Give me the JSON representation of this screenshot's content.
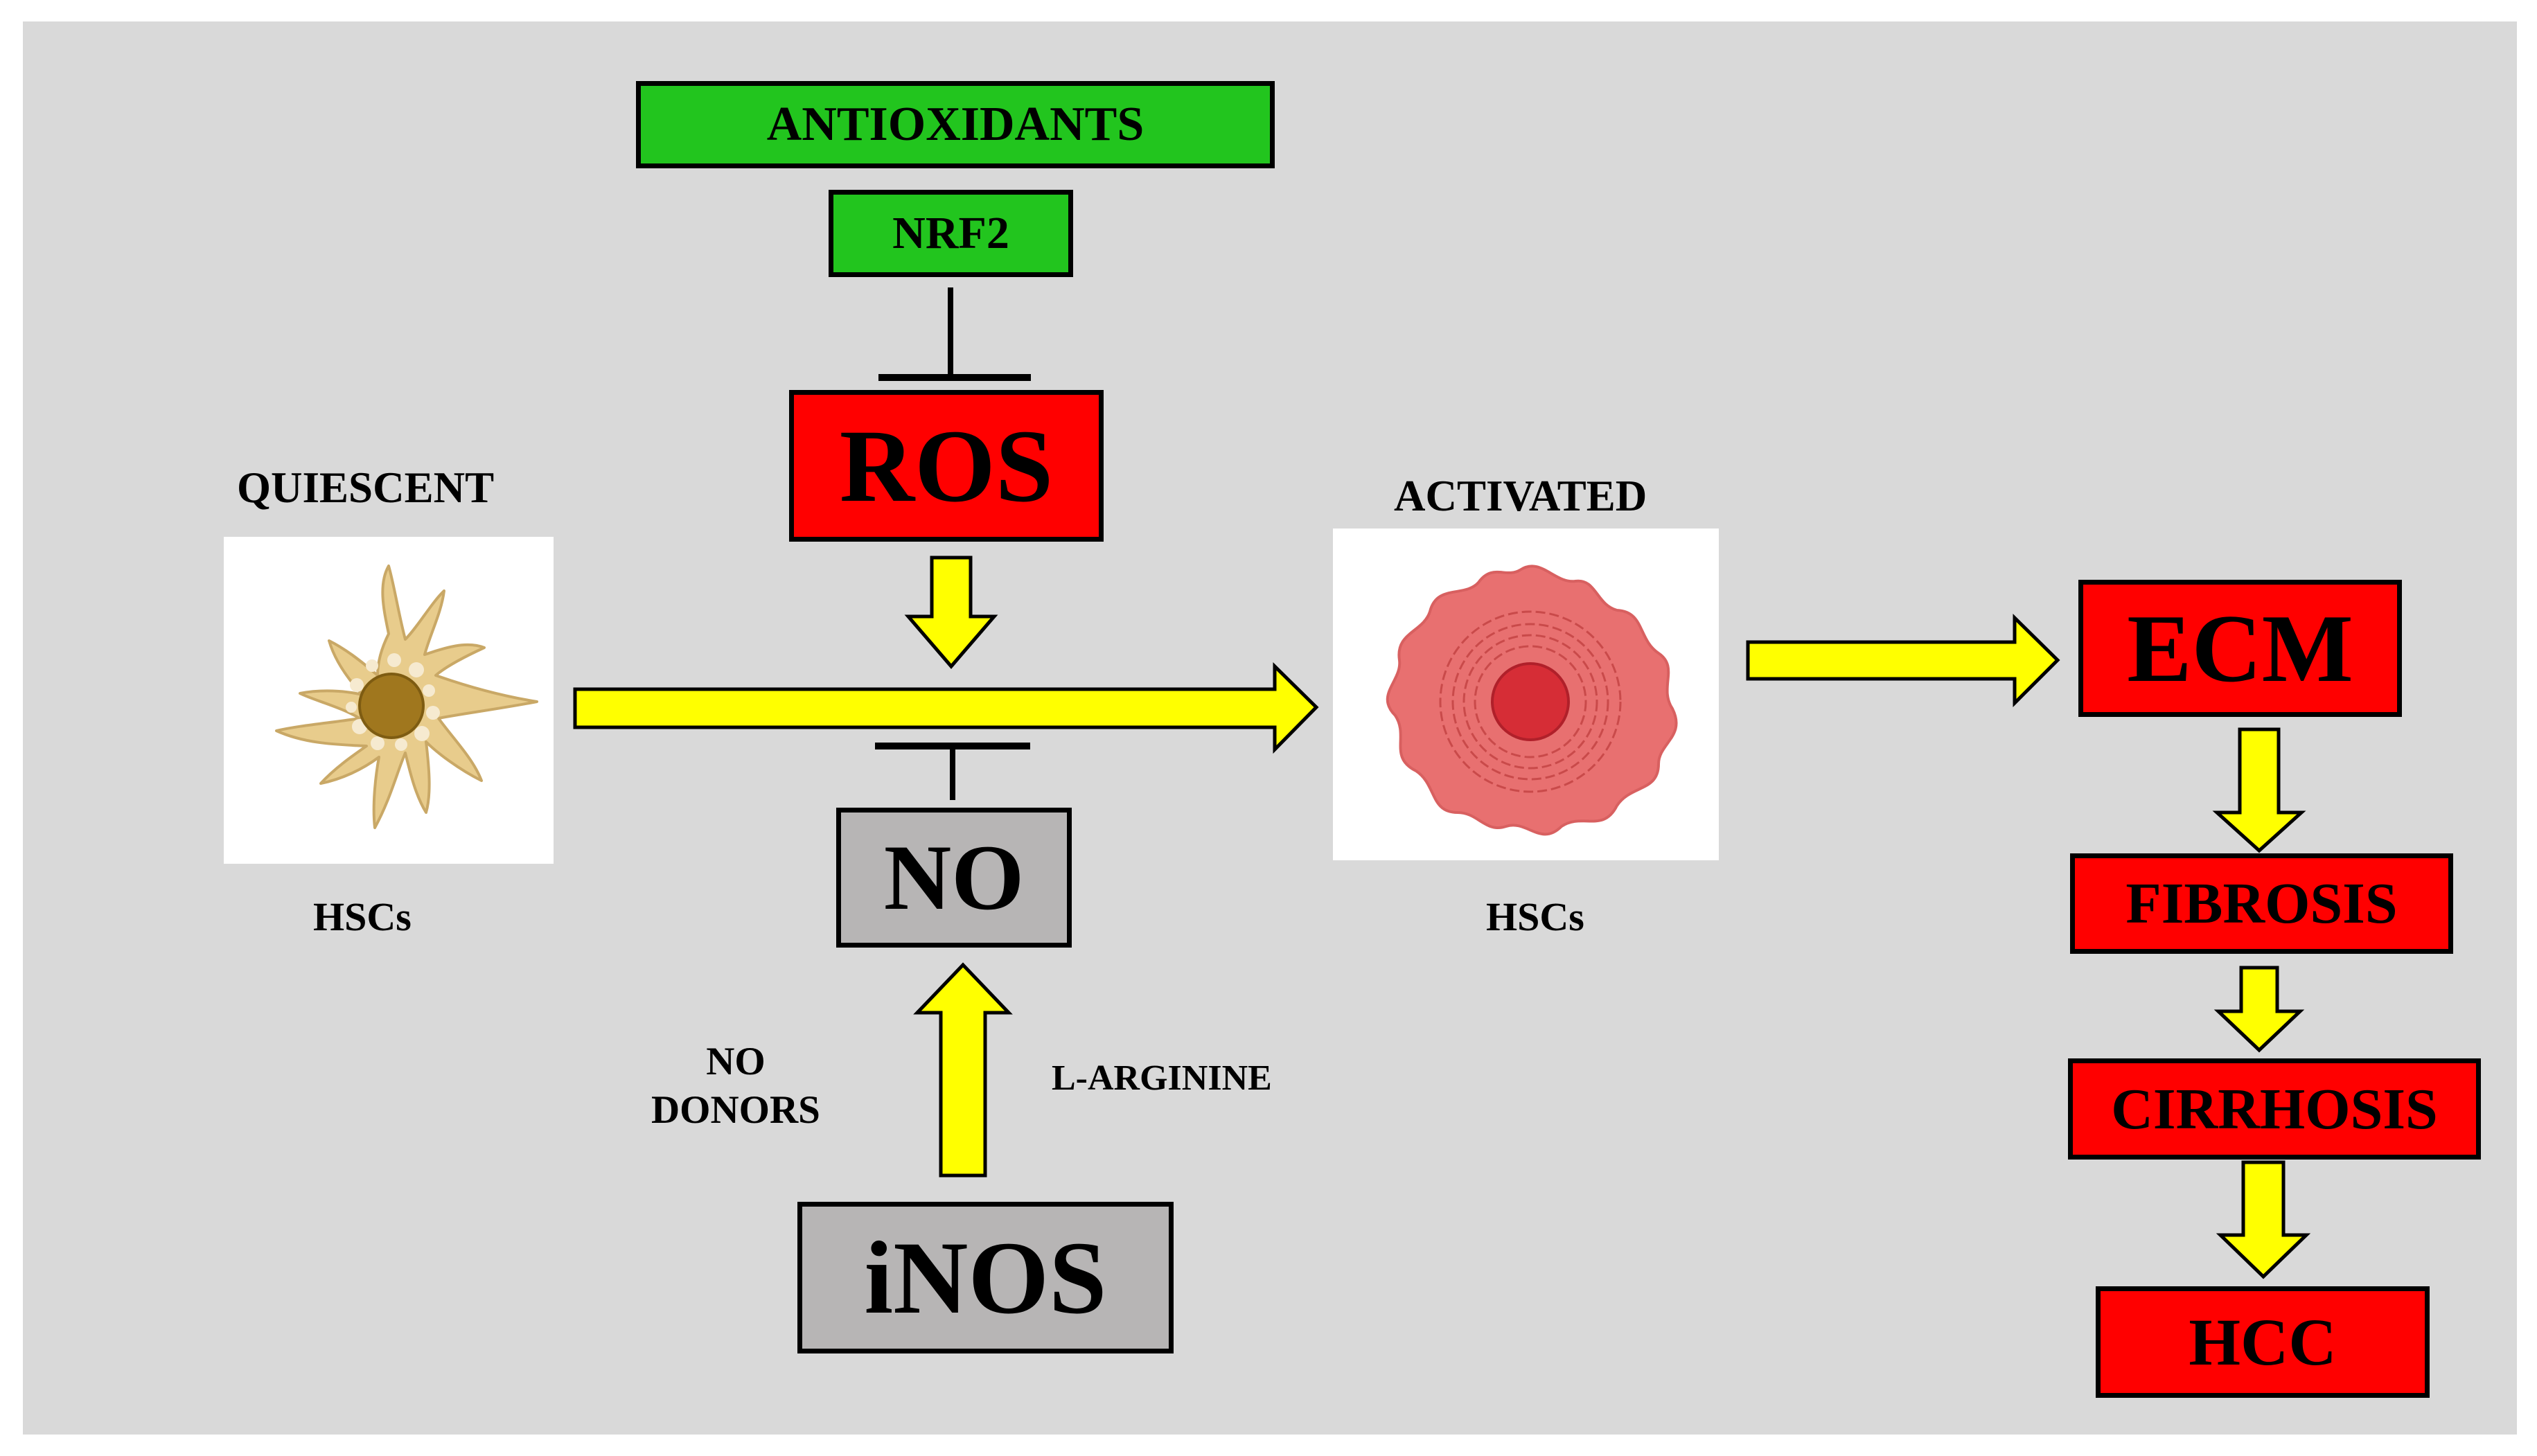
{
  "diagram": {
    "colors": {
      "background": "#d9d9d9",
      "inducer_green": "#22c51e",
      "harm_red": "#ff0000",
      "neutral_gray": "#b7b5b5",
      "arrow_yellow": "#ffff00"
    },
    "nodes": {
      "antioxidants": "ANTIOXIDANTS",
      "nrf2": "NRF2",
      "ros": "ROS",
      "no": "NO",
      "inos": "iNOS",
      "ecm": "ECM",
      "fibrosis": "FIBROSIS",
      "cirrhosis": "CIRRHOSIS",
      "hcc": "HCC"
    },
    "labels": {
      "quiescent": "QUIESCENT",
      "activated": "ACTIVATED",
      "hscs_left": "HSCs",
      "hscs_right": "HSCs",
      "no_donors_line1": "NO",
      "no_donors_line2": "DONORS",
      "l_arginine": "L-ARGININE"
    },
    "icons": {
      "quiescent_cell": "quiescent-hsc-icon",
      "activated_cell": "activated-hsc-icon"
    }
  }
}
